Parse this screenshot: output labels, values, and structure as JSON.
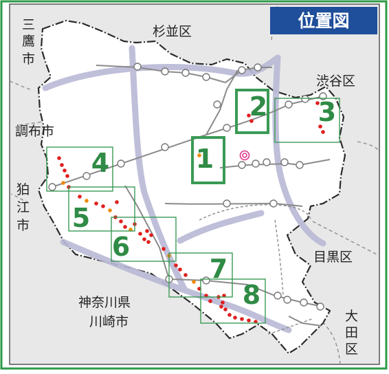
{
  "title": "位置図",
  "colors": {
    "title_bg": "#1f4e9a",
    "frame_green": "#2e9a48",
    "area_box_green": "#3a9a55",
    "ward_fill": "#ffffff",
    "outside_fill": "#e8e8e8",
    "railway_gray": "#8a8a8a",
    "highway_lavender": "#b9b9d6",
    "station_stroke": "#777777",
    "marker_red": "#e01e1e",
    "marker_orange": "#f08a00",
    "office_pink": "#e0338b"
  },
  "neighbors": {
    "suginami": "杉並区",
    "shibuya": "渋谷区",
    "chofu": "調布市",
    "meguro": "目黒区",
    "kanagawa": "神奈川県",
    "kawasaki": "川崎市",
    "mitaka": [
      "三",
      "鷹",
      "市"
    ],
    "komae": [
      "狛",
      "江",
      "市"
    ],
    "ota": [
      "大",
      "田",
      "区"
    ]
  },
  "areas": [
    {
      "label": "1",
      "color_key": "thick"
    },
    {
      "label": "2",
      "color_key": "thick"
    },
    {
      "label": "3",
      "color_key": "thin"
    },
    {
      "label": "4",
      "color_key": "thin"
    },
    {
      "label": "5",
      "color_key": "thin"
    },
    {
      "label": "6",
      "color_key": "thin"
    },
    {
      "label": "7",
      "color_key": "thin"
    },
    {
      "label": "8",
      "color_key": "thin"
    }
  ],
  "icons": {
    "office": "ward-office-icon"
  }
}
